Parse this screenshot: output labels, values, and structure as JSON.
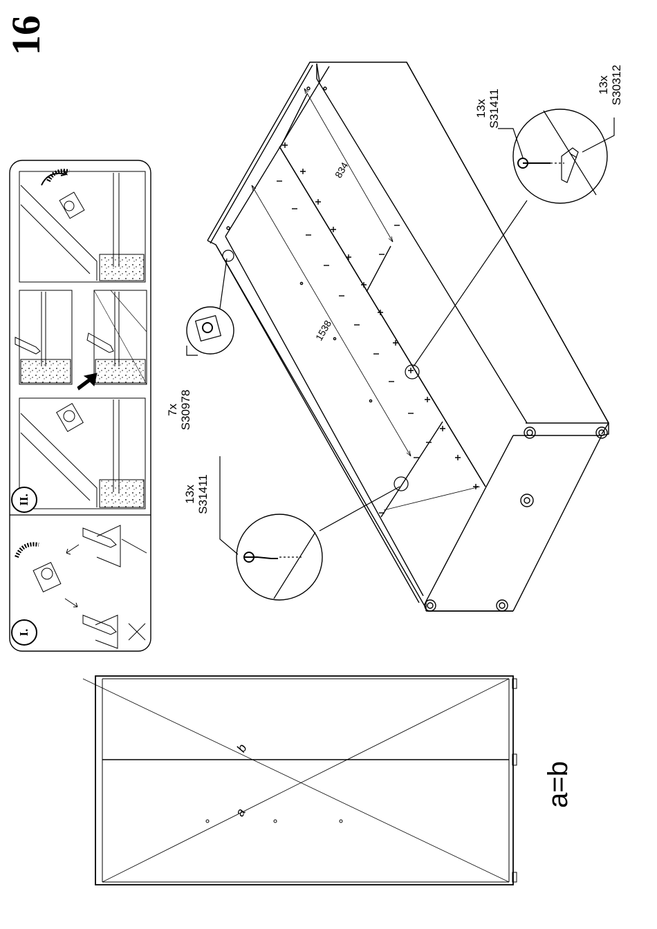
{
  "step_number": "16",
  "check_label": "a=b",
  "diagonal_labels": {
    "a": "a",
    "b": "b"
  },
  "dimensions": {
    "length": "1538",
    "width": "834"
  },
  "callouts": {
    "left_screw": {
      "qty": "13x",
      "code": "S31411"
    },
    "cam_lock": {
      "qty": "7x",
      "code": "S30978"
    },
    "right_screw": {
      "qty": "13x",
      "code": "S31411"
    },
    "right_bracket": {
      "qty": "13x",
      "code": "S30312"
    }
  },
  "steps": {
    "first": "I.",
    "second": "II."
  }
}
